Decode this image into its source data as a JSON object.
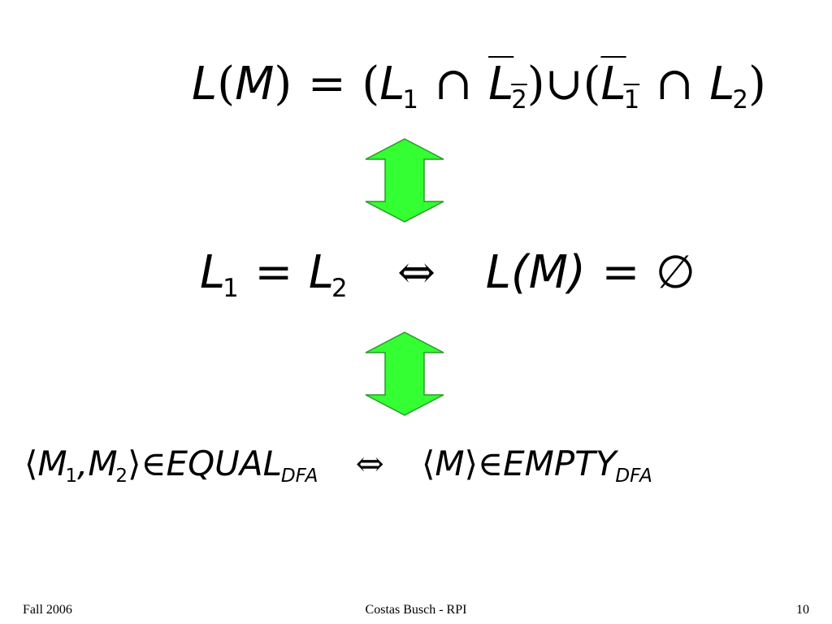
{
  "equation_top": {
    "L": "L",
    "lparen": "(",
    "M": "M",
    "rparen": ")",
    "eq": "=",
    "open1": "(",
    "L1": "L",
    "sub1": "1",
    "cap": "∩",
    "L2bar": "L",
    "sub2": "2",
    "close1": ")",
    "cup": "∪",
    "open2": "(",
    "L1bar": "L",
    "sub3": "1",
    "cap2": "∩",
    "L2": "L",
    "sub4": "2",
    "close2": ")"
  },
  "equation_middle": {
    "L1": "L",
    "sub1": "1",
    "eq": "=",
    "L2": "L",
    "sub2": "2",
    "iff": "⇔",
    "LM": "L(M)",
    "eq2": "=",
    "empty": "∅"
  },
  "equation_bottom": {
    "langle": "⟨",
    "M1": "M",
    "sub1": "1",
    "comma": ",",
    "M2": "M",
    "sub2": "2",
    "rangle": "⟩",
    "in": "∈",
    "equal": "EQUAL",
    "equal_sub": "DFA",
    "iff": "⇔",
    "langle2": "⟨",
    "M": "M",
    "rangle2": "⟩",
    "in2": "∈",
    "empty": "EMPTY",
    "empty_sub": "DFA"
  },
  "arrow_color": "#33ff33",
  "footer": {
    "left": "Fall 2006",
    "center": "Costas Busch - RPI",
    "right": "10"
  }
}
